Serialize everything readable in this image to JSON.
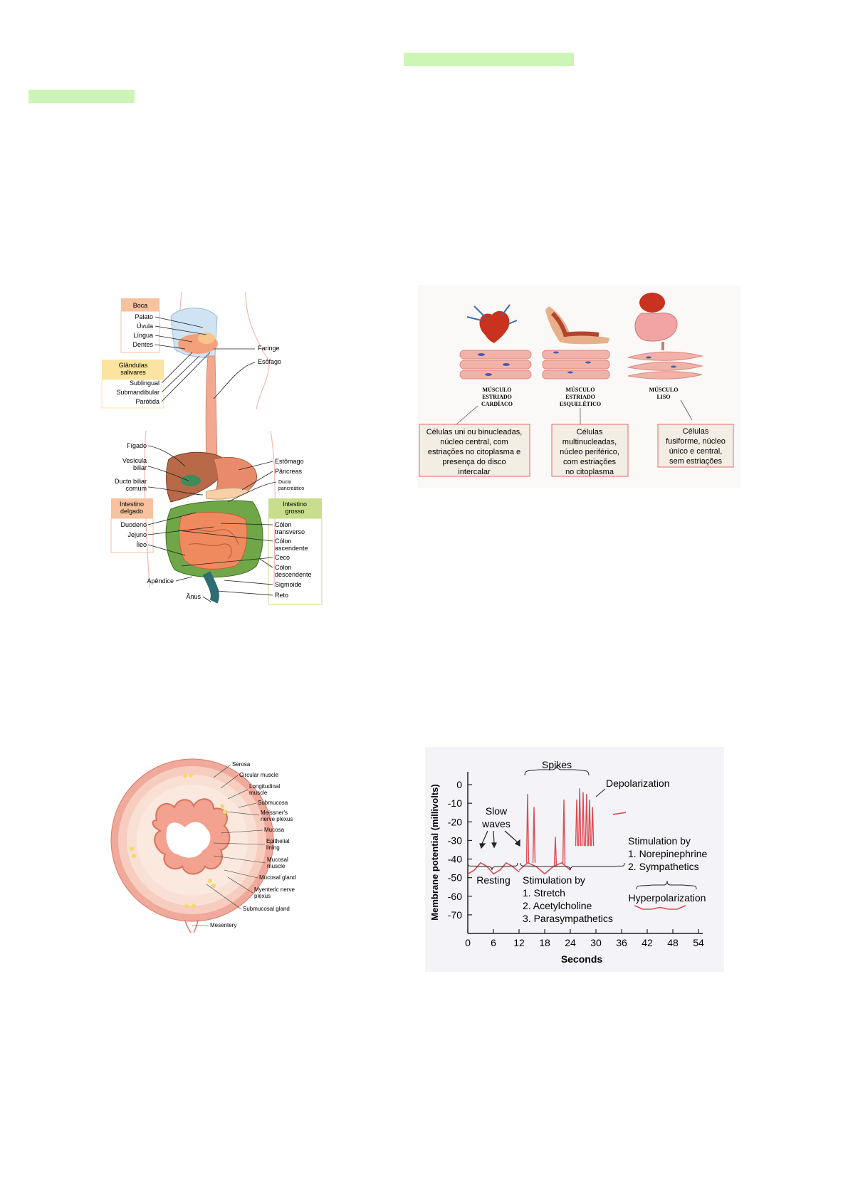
{
  "digestive": {
    "groups": {
      "boca": "Boca",
      "glandulas": [
        "Glândulas",
        "salivares"
      ],
      "intestino_delgado": [
        "Intestino",
        "delgado"
      ],
      "intestino_grosso": [
        "Intestino",
        "grosso"
      ]
    },
    "labels": {
      "palato": "Palato",
      "uvula": "Úvula",
      "lingua": "Língua",
      "dentes": "Dentes",
      "sublingual": "Sublingual",
      "submandibular": "Submandibular",
      "parotida": "Parótida",
      "faringe": "Faringe",
      "esofago": "Esôfago",
      "figado": "Fígado",
      "vesicula": [
        "Vesícula",
        "biliar"
      ],
      "ducto_biliar": [
        "Ducto biliar",
        "comum"
      ],
      "estomago": "Estômago",
      "pancreas": "Pâncreas",
      "ducto_pancreatico": [
        "Ducto",
        "pancreático"
      ],
      "duodeno": "Duodeno",
      "jejuno": "Jejuno",
      "ileo": "Íleo",
      "colon_transverso": [
        "Cólon",
        "transverso"
      ],
      "colon_ascendente": [
        "Cólon",
        "ascendente"
      ],
      "ceco": "Ceco",
      "colon_descendente": [
        "Cólon",
        "descendente"
      ],
      "sigmoide": "Sigmoide",
      "reto": "Reto",
      "apendice": "Apêndice",
      "anus": "Ânus"
    }
  },
  "muscle": {
    "cardiac": {
      "title": [
        "MÚSCULO",
        "ESTRIADO",
        "CARDÍACO"
      ],
      "desc": [
        "Células uni ou binucleadas,",
        "núcleo central, com",
        "estriações no citoplasma e",
        "presença do disco",
        "intercalar"
      ]
    },
    "skeletal": {
      "title": [
        "MÚSCULO",
        "ESTRIADO",
        "ESQUELÉTICO"
      ],
      "desc": [
        "Células",
        "multinucleadas,",
        "núcleo periférico,",
        "com estriações",
        "no citoplasma"
      ]
    },
    "smooth": {
      "title": [
        "MÚSCULO",
        "LISO"
      ],
      "desc": [
        "Células",
        "fusiforme, núcleo",
        "único e central,",
        "sem estriações"
      ]
    }
  },
  "gut_section": {
    "labels": [
      "Serosa",
      "Circular muscle",
      [
        "Longitudinal",
        "muscle"
      ],
      "Submucosa",
      [
        "Meissner's",
        "nerve plexus"
      ],
      "Mucosa",
      [
        "Epithelial",
        "lining"
      ],
      [
        "Mucosal",
        "muscle"
      ],
      "Mucosal gland",
      [
        "Myenteric nerve",
        "plexus"
      ],
      "Submucosal gland",
      "Mesentery"
    ]
  },
  "chart_data": {
    "type": "line",
    "xlabel": "Seconds",
    "ylabel": "Membrane potential (millivolts)",
    "x_ticks": [
      0,
      6,
      12,
      18,
      24,
      30,
      36,
      42,
      48,
      54
    ],
    "y_ticks": [
      0,
      -10,
      -20,
      -30,
      -40,
      -50,
      -60,
      -70
    ],
    "xlim": [
      0,
      55
    ],
    "ylim": [
      -80,
      5
    ],
    "line_color": "#dc4b50",
    "series": [
      {
        "x": [
          0,
          1.5,
          3,
          4.5,
          6,
          7.5,
          9,
          10.5,
          12
        ],
        "y": [
          -48,
          -46,
          -42,
          -44,
          -48,
          -46,
          -42,
          -44,
          -47
        ]
      },
      {
        "x": [
          12,
          14,
          16,
          18,
          20,
          22,
          24
        ],
        "y": [
          -46,
          -42,
          -44,
          -48,
          -44,
          -42,
          -46
        ]
      },
      {
        "x": [
          34,
          37
        ],
        "y": [
          -16,
          -15
        ]
      },
      {
        "x": [
          39,
          41,
          43,
          45,
          47,
          49,
          51
        ],
        "y": [
          -65,
          -67,
          -67,
          -66,
          -67,
          -67,
          -65
        ]
      }
    ],
    "spikes": [
      {
        "x": 14,
        "peak": -5,
        "base": -42
      },
      {
        "x": 15.5,
        "peak": -12,
        "base": -42
      },
      {
        "x": 20.5,
        "peak": -28,
        "base": -44
      },
      {
        "x": 22.5,
        "peak": -8,
        "base": -43
      },
      {
        "x": 25.5,
        "peak": -8,
        "base": -33
      },
      {
        "x": 26.2,
        "peak": -2,
        "base": -33
      },
      {
        "x": 27,
        "peak": -4,
        "base": -33
      },
      {
        "x": 27.8,
        "peak": -5,
        "base": -33
      },
      {
        "x": 28.5,
        "peak": -8,
        "base": -33
      },
      {
        "x": 29.2,
        "peak": -12,
        "base": -33
      }
    ],
    "annotations": {
      "spikes": "Spikes",
      "slow_waves": [
        "Slow",
        "waves"
      ],
      "depolarization": "Depolarization",
      "resting": "Resting",
      "stim_left": [
        "Stimulation by",
        "1. Stretch",
        "2. Acetylcholine",
        "3. Parasympathetics"
      ],
      "stim_right": [
        "Stimulation by",
        "1. Norepinephrine",
        "2. Sympathetics"
      ],
      "hyperpolarization": "Hyperpolarization"
    }
  }
}
